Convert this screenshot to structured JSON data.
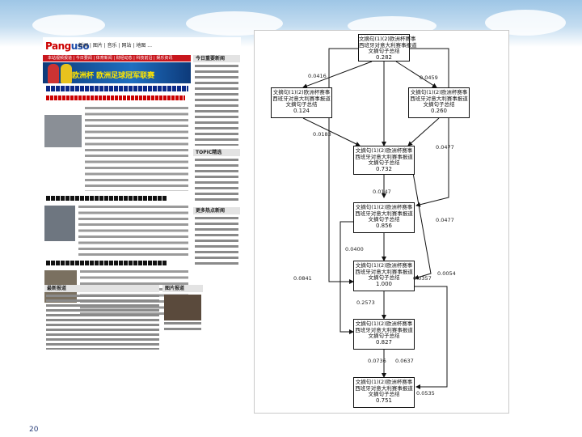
{
  "slide": {
    "number": "20"
  },
  "portal": {
    "logo_main": "Pang",
    "logo_sub": "uso",
    "top_nav": "新闻 | 图片 | 音乐 | 网站 | 地图 ...",
    "red_bar": "本站视频报道 | 今日要闻 | 体育新闻 | 财经动态 | 科技前沿 | 娱乐资讯",
    "banner_text": "欧洲杯 欧洲足球冠军联赛",
    "sidebar_title": "今日重要新闻",
    "topic_title": "TOPIC精选",
    "more_title": "更多热点新闻",
    "latest_title": "最新报道",
    "photo_title": "图片报道"
  },
  "diagram": {
    "nodes": [
      {
        "id": "n1",
        "l1": "文摘句(1)(2)欧洲杯赛事",
        "l2": "西班牙对意大利赛事报道",
        "l3": "文摘句子总结",
        "value": "0.282"
      },
      {
        "id": "n2",
        "l1": "文摘句(1)(2)欧洲杯赛事",
        "l2": "西班牙对意大利赛事报道",
        "l3": "文摘句子总结",
        "value": "0.124"
      },
      {
        "id": "n3",
        "l1": "文摘句(1)(2)欧洲杯赛事",
        "l2": "西班牙对意大利赛事报道",
        "l3": "文摘句子总结",
        "value": "0.260"
      },
      {
        "id": "n4",
        "l1": "文摘句(1)(2)欧洲杯赛事",
        "l2": "西班牙对意大利赛事报道",
        "l3": "文摘句子总结",
        "value": "0.732"
      },
      {
        "id": "n5",
        "l1": "文摘句(1)(2)欧洲杯赛事",
        "l2": "西班牙对意大利赛事报道",
        "l3": "文摘句子总结",
        "value": "0.856"
      },
      {
        "id": "n6",
        "l1": "文摘句(1)(2)欧洲杯赛事",
        "l2": "西班牙对意大利赛事报道",
        "l3": "文摘句子总结",
        "value": "1.000"
      },
      {
        "id": "n7",
        "l1": "文摘句(1)(2)欧洲杯赛事",
        "l2": "西班牙对意大利赛事报道",
        "l3": "文摘句子总结",
        "value": "0.827"
      },
      {
        "id": "n8",
        "l1": "文摘句(1)(2)欧洲杯赛事",
        "l2": "西班牙对意大利赛事报道",
        "l3": "文摘句子总结",
        "value": "0.751"
      }
    ],
    "edge_labels": [
      {
        "id": "e1",
        "text": "0.0416"
      },
      {
        "id": "e2",
        "text": "0.0459"
      },
      {
        "id": "e3",
        "text": "0.0183"
      },
      {
        "id": "e4",
        "text": "0.0147"
      },
      {
        "id": "e5",
        "text": "0.0477"
      },
      {
        "id": "e6",
        "text": "0.0477"
      },
      {
        "id": "e7",
        "text": "0.0400"
      },
      {
        "id": "e8",
        "text": "0.0841"
      },
      {
        "id": "e9",
        "text": "0.0357"
      },
      {
        "id": "e10",
        "text": "0.0054"
      },
      {
        "id": "e11",
        "text": "0.2573"
      },
      {
        "id": "e12",
        "text": "0.0736"
      },
      {
        "id": "e13",
        "text": "0.0637"
      },
      {
        "id": "e14",
        "text": "0.0535"
      }
    ]
  }
}
